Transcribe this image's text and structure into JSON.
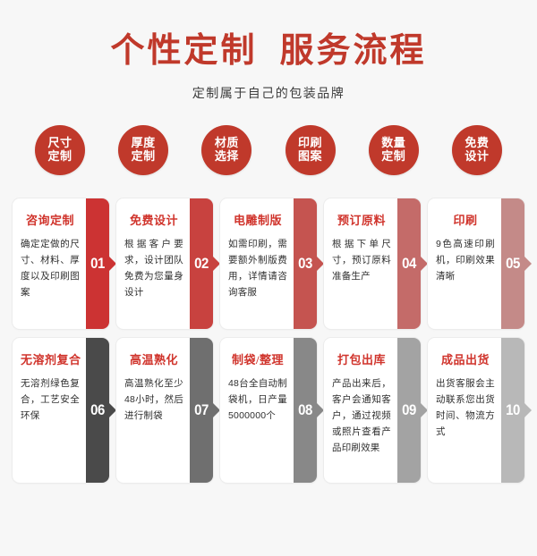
{
  "header": {
    "title": "个性定制  服务流程",
    "subtitle": "定制属于自己的包装品牌"
  },
  "badges": [
    {
      "line1": "尺寸",
      "line2": "定制"
    },
    {
      "line1": "厚度",
      "line2": "定制"
    },
    {
      "line1": "材质",
      "line2": "选择"
    },
    {
      "line1": "印刷",
      "line2": "图案"
    },
    {
      "line1": "数量",
      "line2": "定制"
    },
    {
      "line1": "免费",
      "line2": "设计"
    }
  ],
  "colors": {
    "brand_red": "#c0392b",
    "title_red": "#d0342c",
    "background": "#f7f7f7",
    "card_background": "#ffffff",
    "body_text": "#2f2f2f"
  },
  "row1": [
    {
      "number": "01",
      "title": "咨询定制",
      "desc": "确定定做的尺寸、材料、厚度以及印刷图案",
      "tab_color": "#cc3333"
    },
    {
      "number": "02",
      "title": "免费设计",
      "desc": "根据客户要求，设计团队免费为您量身设计",
      "tab_color": "#c8423f"
    },
    {
      "number": "03",
      "title": "电雕制版",
      "desc": "如需印刷，需要额外制版费用，详情请咨询客服",
      "tab_color": "#c55450"
    },
    {
      "number": "04",
      "title": "预订原料",
      "desc": "根据下单尺寸，预订原料准备生产",
      "tab_color": "#c46b69"
    },
    {
      "number": "05",
      "title": "印刷",
      "desc": "9色高速印刷机，印刷效果清晰",
      "tab_color": "#c48a88"
    }
  ],
  "row2": [
    {
      "number": "06",
      "title": "无溶剂复合",
      "desc": "无溶剂绿色复合，工艺安全环保",
      "tab_color": "#4a4a4a"
    },
    {
      "number": "07",
      "title": "高温熟化",
      "desc": "高温熟化至少48小时，然后进行制袋",
      "tab_color": "#6f6f6f"
    },
    {
      "number": "08",
      "title": "制袋/整理",
      "desc": "48台全自动制袋机，日产量5000000个",
      "tab_color": "#888888"
    },
    {
      "number": "09",
      "title": "打包出库",
      "desc": "产品出来后，客户会通知客户，通过视频或照片查看产品印刷效果",
      "tab_color": "#a3a3a3"
    },
    {
      "number": "10",
      "title": "成品出货",
      "desc": "出货客服会主动联系您出货时间、物流方式",
      "tab_color": "#b8b8b8"
    }
  ]
}
